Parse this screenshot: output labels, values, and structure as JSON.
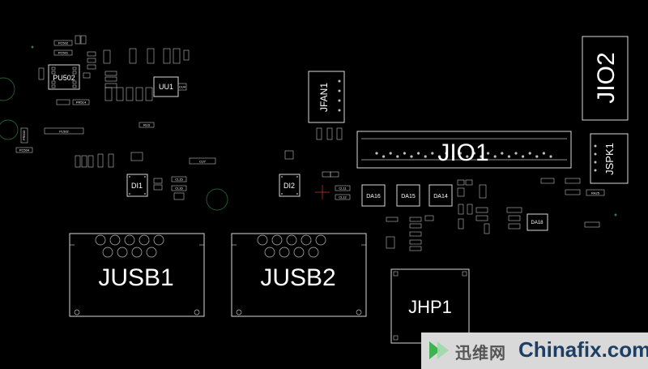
{
  "board": {
    "components": {
      "jusb1": "JUSB1",
      "jusb2": "JUSB2",
      "jhp1": "JHP1",
      "jio1": "JIO1",
      "jio2": "JIO2",
      "jspk1": "JSPK1",
      "jfan1": "JFAN1",
      "pu502": "PU502",
      "uu1": "UU1",
      "di1": "DI1",
      "di2": "DI2",
      "da16": "DA16",
      "da15": "DA15",
      "da14": "DA14",
      "da18": "DA18"
    },
    "small_labels": {
      "pl502": "PL502",
      "cu7": "CU7",
      "pc502": "PC502",
      "pc501": "PC501",
      "pr514": "PR514",
      "pr503": "PR503",
      "pc504": "PC504",
      "ru3": "RU3",
      "cu4": "CU4",
      "cl15": "CL15",
      "cl16": "CL16",
      "cl11": "CL11",
      "cl12": "CL12",
      "ra25": "RA25"
    }
  },
  "watermark": {
    "cn_text": "迅维网",
    "en_text": "Chinafix.com"
  },
  "colors": {
    "background": "#000000",
    "outline": "#d9d9d9",
    "watermark_bg": "#d9d9d9",
    "watermark_en": "#1d3f66",
    "watermark_cn": "#555555",
    "logo_green": "#3fb34f"
  }
}
